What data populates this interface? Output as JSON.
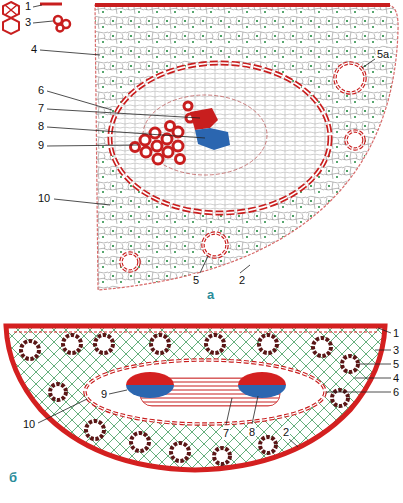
{
  "diagram": {
    "labels": [
      "1",
      "3",
      "4",
      "6",
      "7",
      "8",
      "9",
      "10",
      "5а",
      "2",
      "5",
      "а",
      "1",
      "3",
      "5",
      "4",
      "6",
      "2",
      "8",
      "7",
      "9",
      "10",
      "б"
    ]
  }
}
